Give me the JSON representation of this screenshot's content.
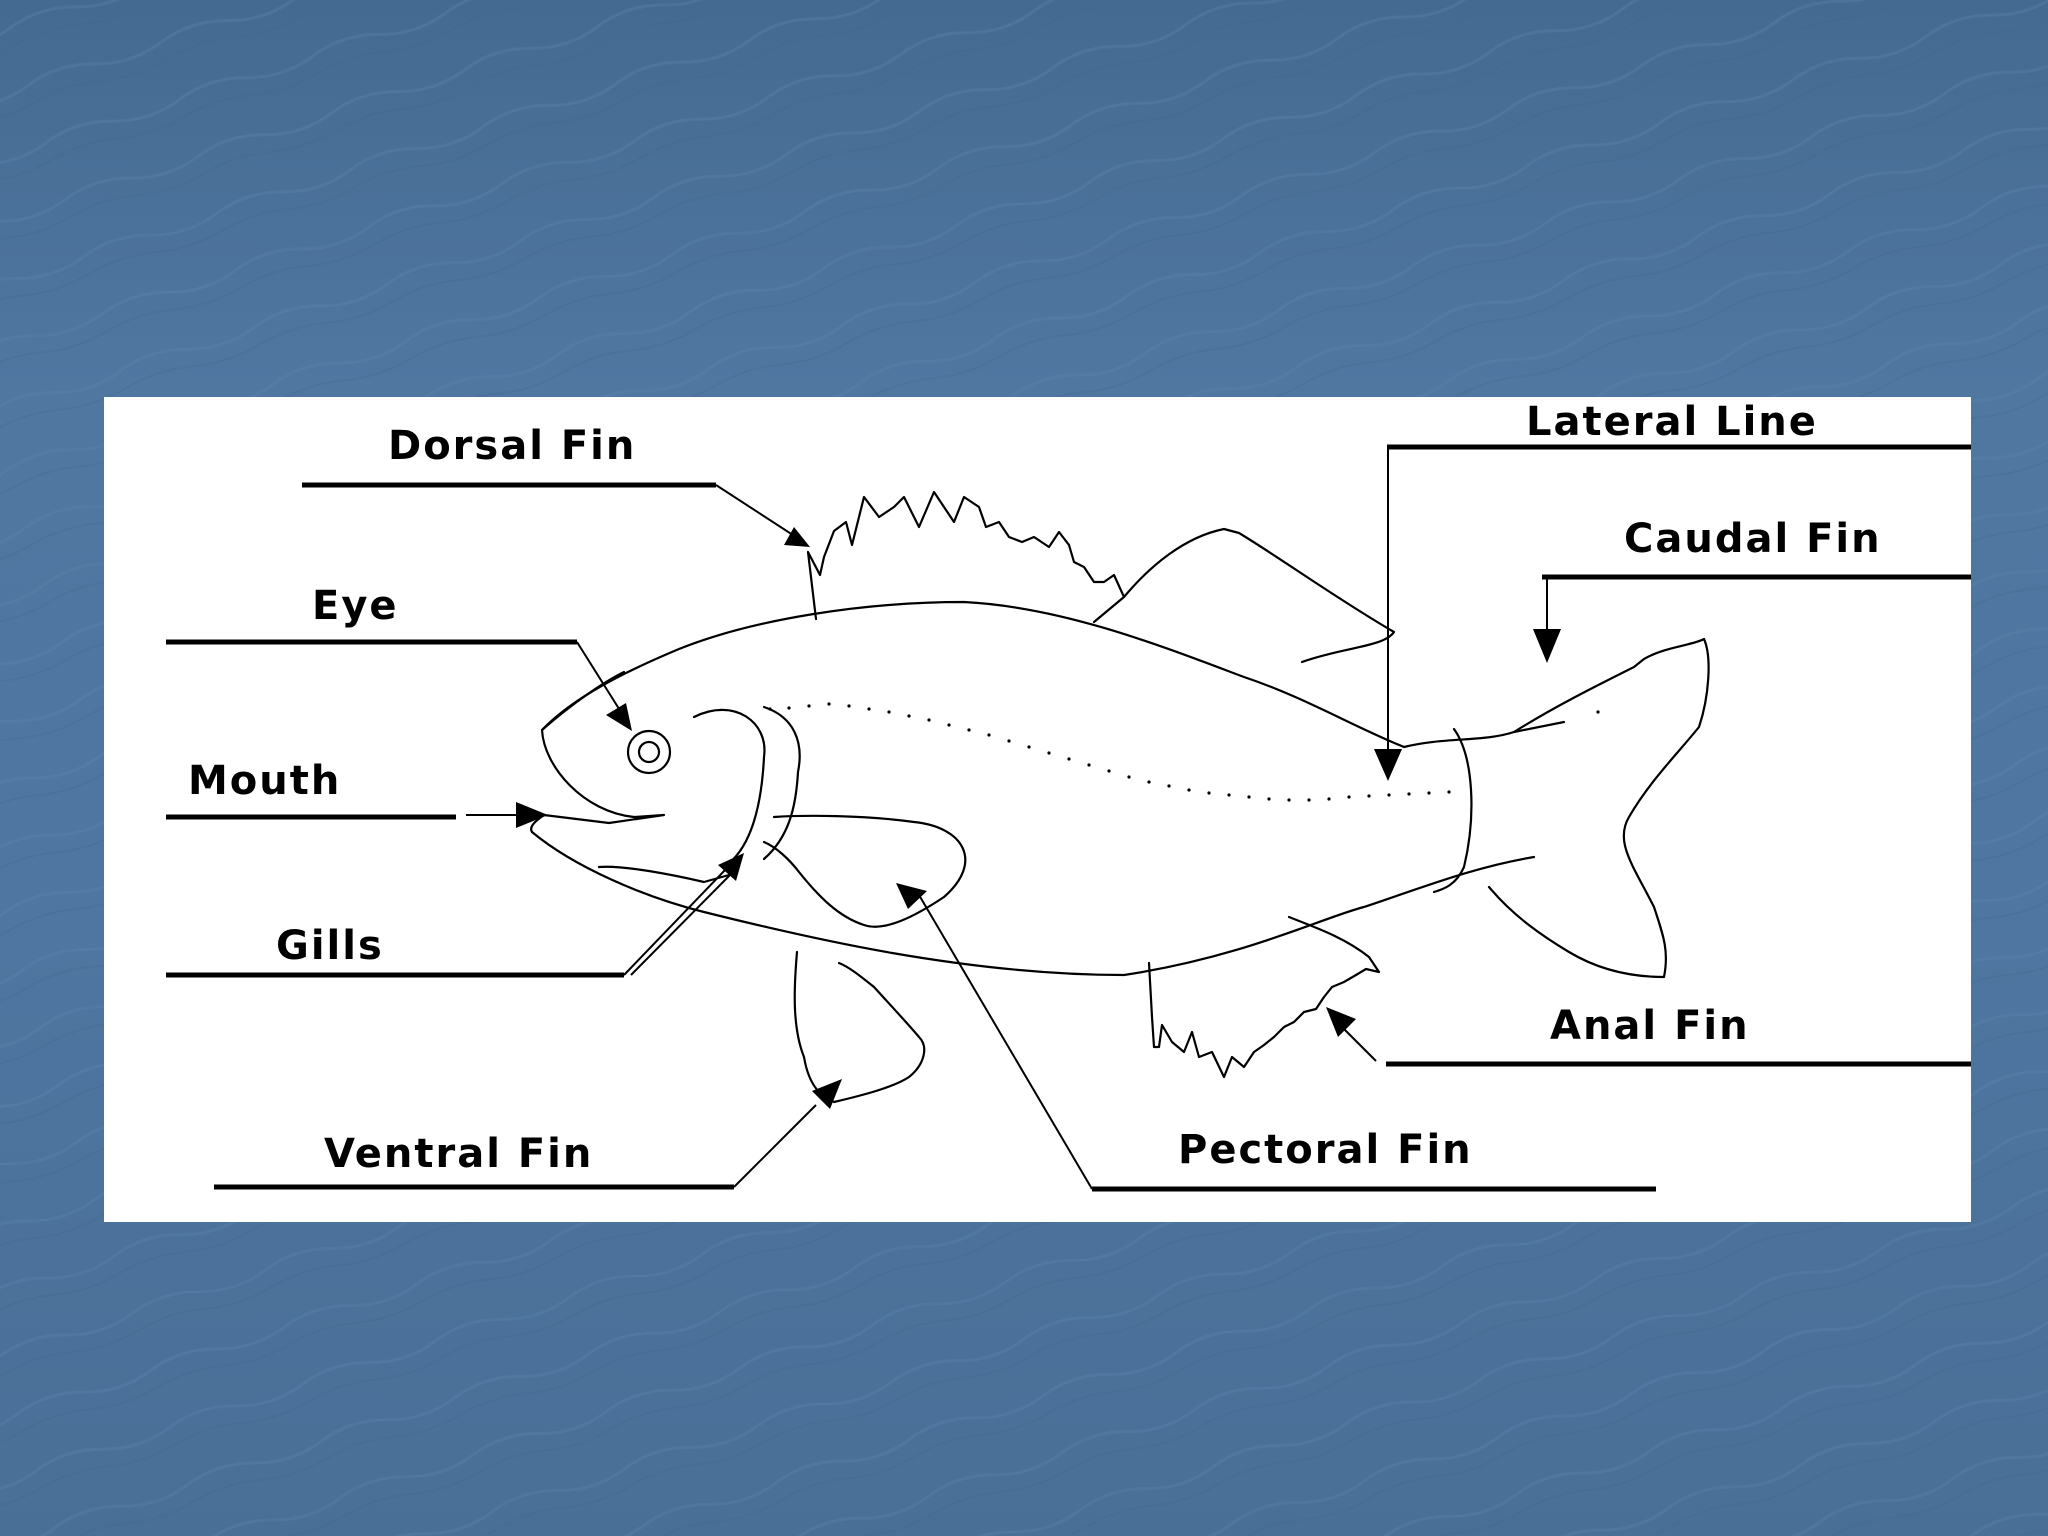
{
  "slide": {
    "background_color": "#4d74a0"
  },
  "diagram": {
    "panel_color": "#ffffff",
    "labels": {
      "dorsal_fin": "Dorsal Fin",
      "eye": "Eye",
      "mouth": "Mouth",
      "gills": "Gills",
      "ventral_fin": "Ventral Fin",
      "pectoral_fin": "Pectoral Fin",
      "lateral_line": "Lateral Line",
      "caudal_fin": "Caudal Fin",
      "anal_fin": "Anal Fin"
    }
  }
}
